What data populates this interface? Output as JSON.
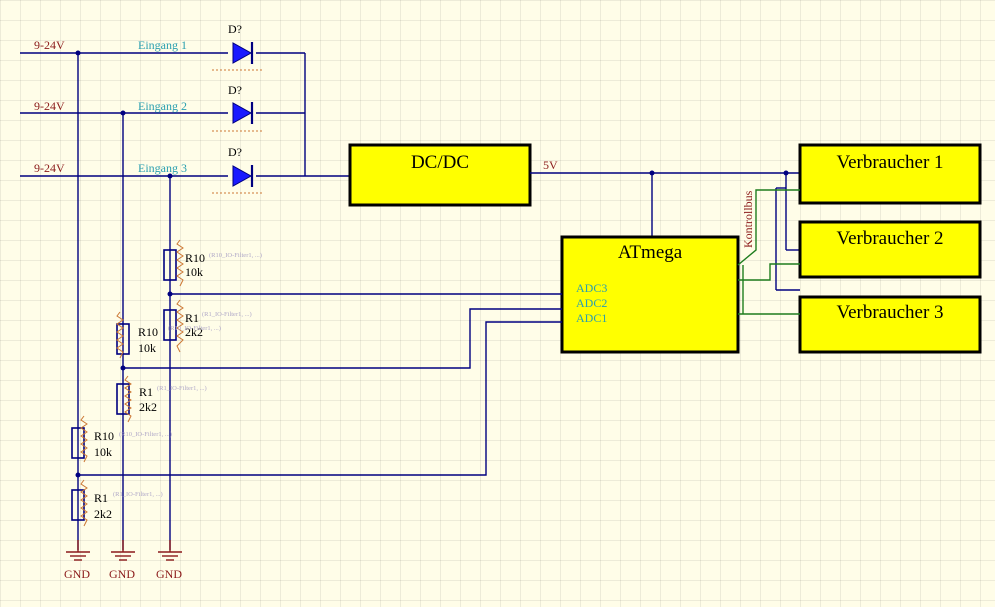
{
  "inputs": [
    {
      "net": "9-24V",
      "port": "Eingang 1",
      "diode": "D?"
    },
    {
      "net": "9-24V",
      "port": "Eingang 2",
      "diode": "D?"
    },
    {
      "net": "9-24V",
      "port": "Eingang 3",
      "diode": "D?"
    }
  ],
  "dcdc": {
    "label": "DC/DC",
    "output_net": "5V"
  },
  "mcu": {
    "label": "ATmega",
    "pins": [
      "ADC3",
      "ADC2",
      "ADC1"
    ]
  },
  "bus_label": "Kontrollbus",
  "loads": [
    "Verbraucher 1",
    "Verbraucher 2",
    "Verbraucher 3"
  ],
  "dividers": [
    {
      "r_top": {
        "designator": "R10",
        "value": "10k",
        "hint": "(R10_IO-Filter1, ...)"
      },
      "r_bottom": {
        "designator": "R1",
        "value": "2k2",
        "hint": "(R1_IO-Filter1, ...)"
      }
    },
    {
      "r_top": {
        "designator": "R10",
        "value": "10k",
        "hint": "(R10_IO-Filter1, ...)"
      },
      "r_bottom": {
        "designator": "R1",
        "value": "2k2",
        "hint": "(R1_IO-Filter1, ...)"
      }
    },
    {
      "r_top": {
        "designator": "R10",
        "value": "10k",
        "hint": "(R10_IO-Filter1, ...)"
      },
      "r_bottom": {
        "designator": "R1",
        "value": "2k2",
        "hint": "(R1_IO-Filter1, ...)"
      }
    }
  ],
  "ground_labels": [
    "GND",
    "GND",
    "GND"
  ],
  "colors": {
    "block_fill": "#ffff00",
    "wire": "#000080",
    "bus": "#1e7d1e",
    "net_label": "#8b1a1a",
    "port_label": "#2a9fb0"
  }
}
